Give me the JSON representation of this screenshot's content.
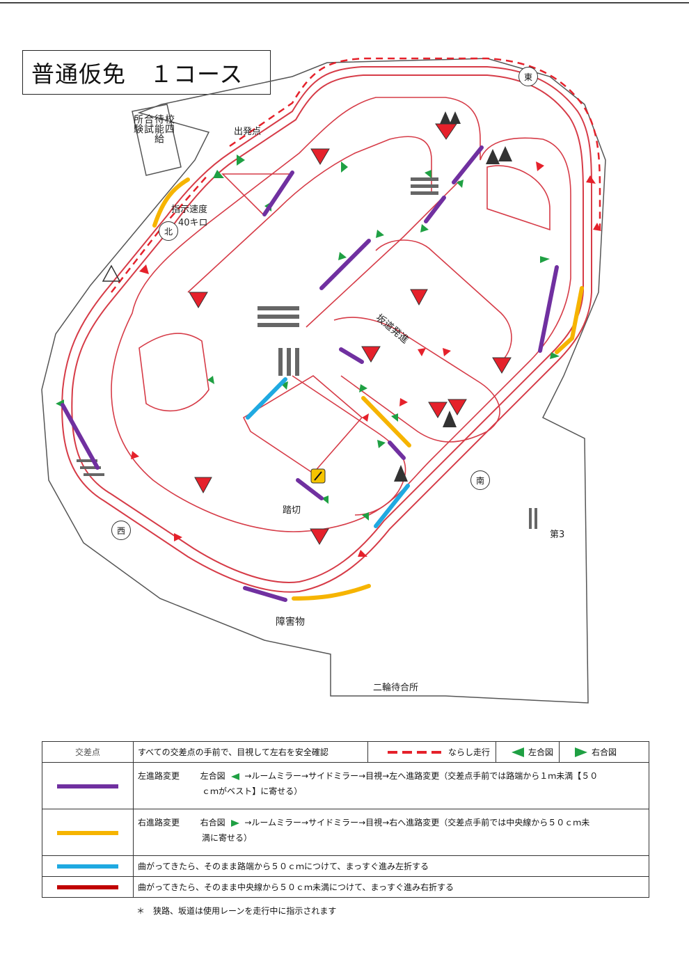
{
  "title": "普通仮免　１コース",
  "map": {
    "labels": {
      "start_point": "出発点",
      "speed_limit": "指示速度",
      "speed_value": "40キロ",
      "hill_start": "坂道発進",
      "railroad_crossing": "踏切",
      "obstacle": "障害物",
      "rest_area_west": "校四\n待能給\n合試\n所験",
      "waiting_area_south": "二輪待合所",
      "building_3": "第3",
      "compass_north": "北",
      "compass_east": "東",
      "compass_west": "西",
      "compass_south": "南"
    },
    "colors": {
      "course_line": "#e5212b",
      "road": "#d63b47",
      "arrow_green": "#1fa043",
      "lane_left": "#7030a0",
      "lane_right": "#f6b400",
      "straight_left": "#1fa9e1",
      "straight_right": "#c00000",
      "stop_sign": "#e5212b"
    }
  },
  "legend": {
    "rows": [
      {
        "key_label": "交差点",
        "text": "すべての交差点の手前で、目視して左右を安全確認",
        "dash_label": "ならし走行",
        "left_signal_label": "左合図",
        "right_signal_label": "右合図"
      },
      {
        "color": "#7030a0",
        "name": "左進路変更",
        "text_prefix": "左合図",
        "text": "→ルームミラー→サイドミラー→目視→左へ進路変更（交差点手前では路端から１ｍ未満【５０",
        "text2": "ｃｍがベスト】に寄せる）"
      },
      {
        "color": "#f6b400",
        "name": "右進路変更",
        "text_prefix": "右合図",
        "text": "→ルームミラー→サイドミラー→目視→右へ進路変更（交差点手前では中央線から５０ｃｍ未",
        "text2": "満に寄せる）"
      },
      {
        "color": "#1fa9e1",
        "text": "曲がってきたら、そのまま路端から５０ｃｍにつけて、まっすぐ進み左折する"
      },
      {
        "color": "#c00000",
        "text": "曲がってきたら、そのまま中央線から５０ｃｍ未満につけて、まっすぐ進み右折する"
      }
    ],
    "note": "＊　狭路、坂道は使用レーンを走行中に指示されます"
  }
}
